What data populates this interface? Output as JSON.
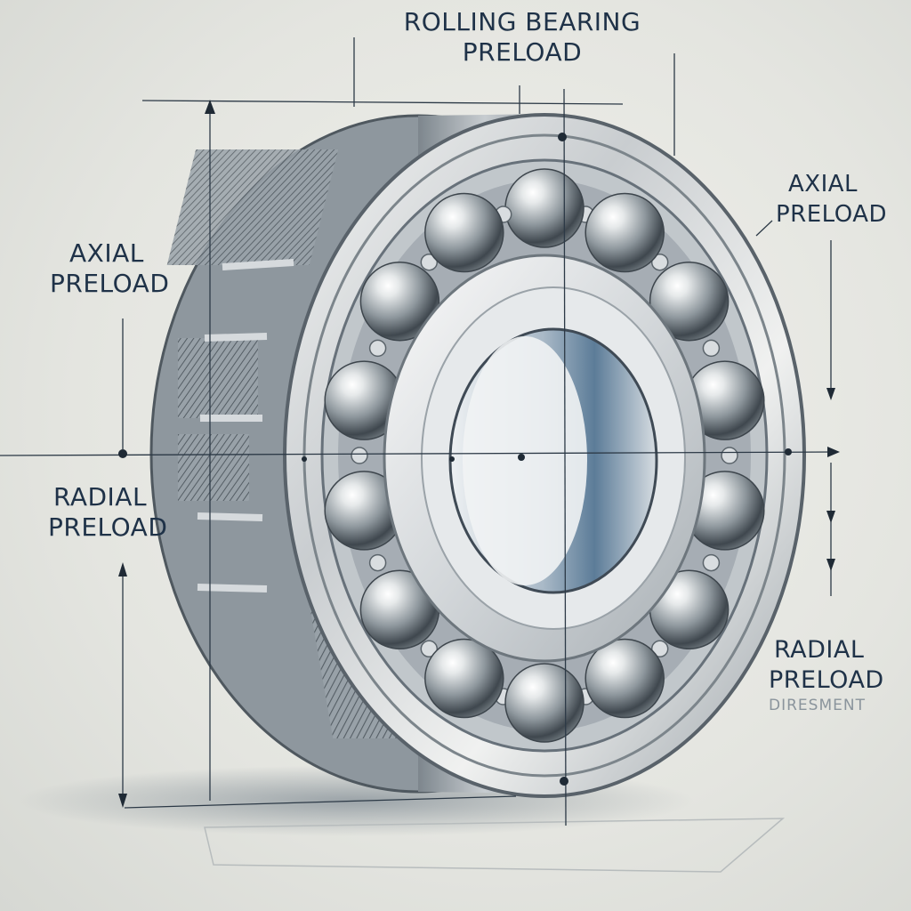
{
  "diagram": {
    "title": [
      "ROLLING BEARING",
      "PRELOAD"
    ],
    "labels": {
      "axial_left": [
        "AXIAL",
        "PRELOAD"
      ],
      "axial_right": [
        "AXIAL",
        "PRELOAD"
      ],
      "radial_left": [
        "RADIAL",
        "PRELOAD"
      ],
      "radial_right": [
        "RADIAL",
        "PRELOAD"
      ],
      "radial_right_sub": "DIRESMENT"
    },
    "rolling_element_count": 14,
    "colors": {
      "label_text": "#1f3248",
      "steel_light": "#f2f3f2",
      "steel_mid": "#b9bfc3",
      "steel_dark": "#56606a",
      "bore_blue": "#5c7c98",
      "background": "#e7e8e3"
    }
  }
}
